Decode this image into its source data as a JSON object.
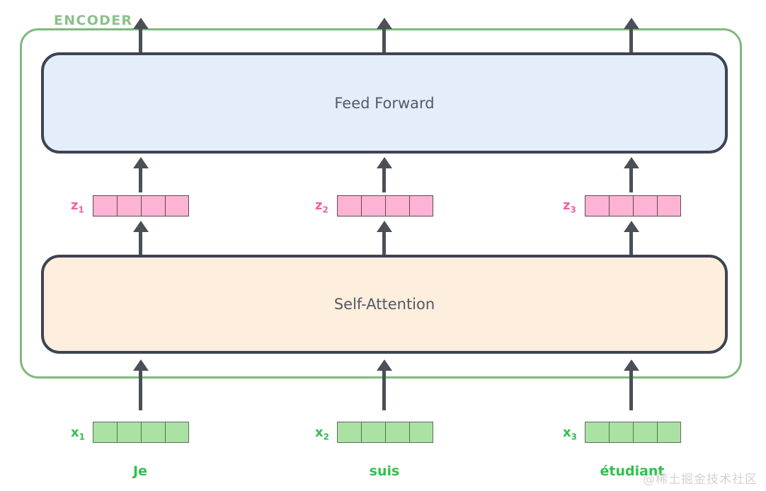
{
  "diagram": {
    "encoder_label": "ENCODER",
    "layers": [
      {
        "name": "feed-forward",
        "title": "Feed Forward"
      },
      {
        "name": "self-attention",
        "title": "Self-Attention"
      }
    ],
    "z_vectors": [
      {
        "label": "z",
        "sub": "1",
        "cells": 4
      },
      {
        "label": "z",
        "sub": "2",
        "cells": 4
      },
      {
        "label": "z",
        "sub": "3",
        "cells": 4
      }
    ],
    "x_vectors": [
      {
        "label": "x",
        "sub": "1",
        "cells": 4,
        "word": "Je"
      },
      {
        "label": "x",
        "sub": "2",
        "cells": 4,
        "word": "suis"
      },
      {
        "label": "x",
        "sub": "3",
        "cells": 4,
        "word": "étudiant"
      }
    ],
    "colors": {
      "encoder_border": "#7fb87f",
      "encoder_label": "#8cc08c",
      "layer_border": "#3d4452",
      "feed_forward_fill": "#e4edfa",
      "self_attention_fill": "#fdeedd",
      "z_fill": "#fcb3d4",
      "z_label": "#f45fa0",
      "x_fill": "#a9e2a2",
      "x_label": "#2fc14c",
      "arrow": "#4b4f57",
      "title_text": "#525a66"
    },
    "watermark": "@稀土掘金技术社区"
  }
}
